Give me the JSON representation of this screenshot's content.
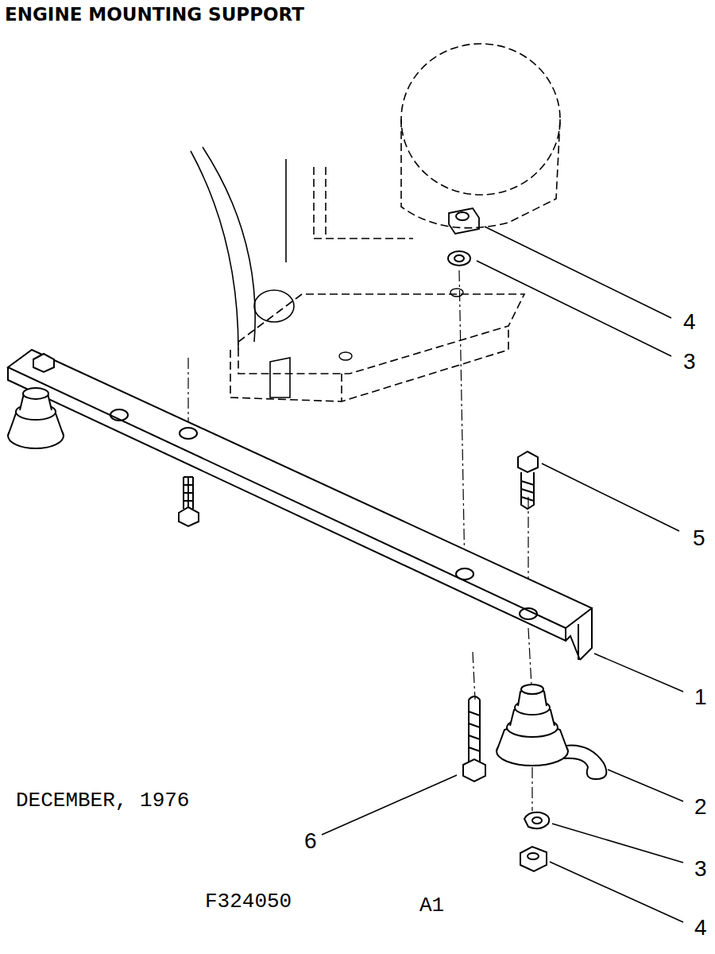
{
  "diagram": {
    "title": "ENGINE MOUNTING SUPPORT",
    "labels": [
      "4",
      "3",
      "5",
      "1",
      "2",
      "3",
      "4",
      "6",
      "DECEMBER, 1976",
      "F324050",
      "A1"
    ]
  }
}
